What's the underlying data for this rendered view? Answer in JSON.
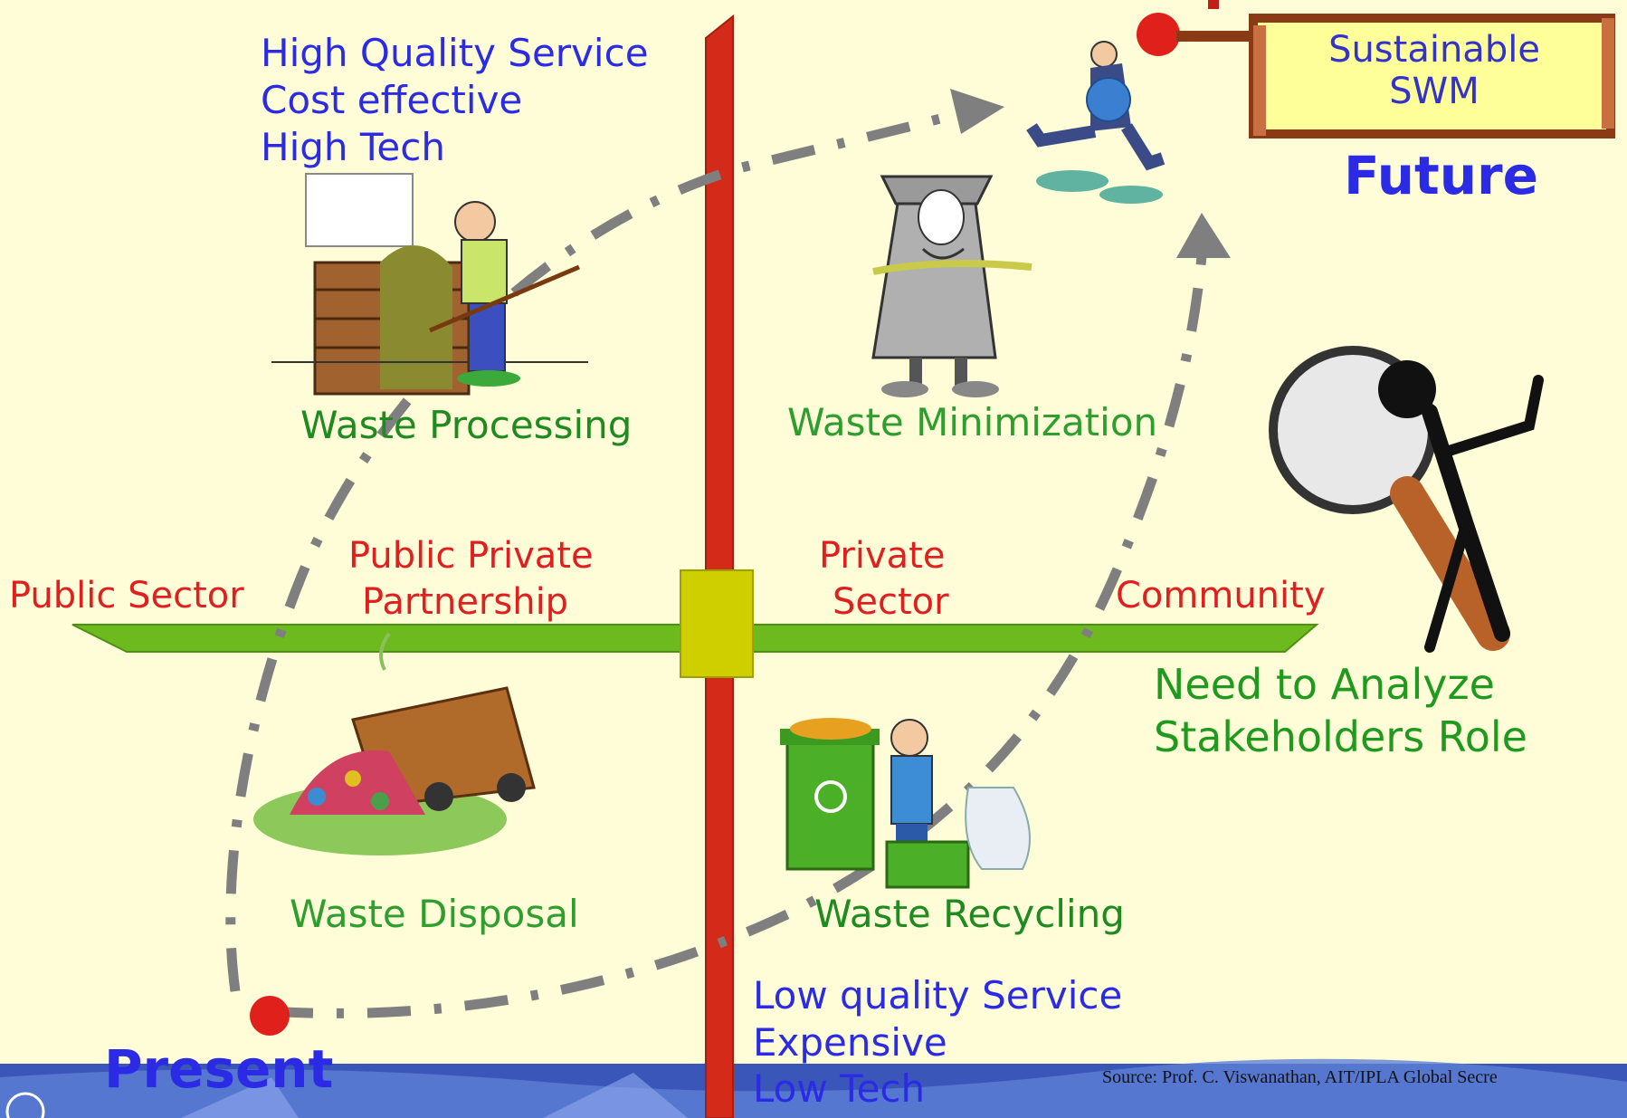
{
  "top_left": {
    "line1": "High Quality Service",
    "line2": "Cost effective",
    "line3": "High Tech"
  },
  "bottom_right": {
    "line1": "Low quality Service",
    "line2": "Expensive",
    "line3": "Low Tech"
  },
  "quadrants": {
    "processing": "Waste Processing",
    "minimization": "Waste Minimization",
    "disposal": "Waste Disposal",
    "recycling": "Waste Recycling"
  },
  "axis_labels": {
    "public_sector": "Public Sector",
    "ppp_line1": "Public Private",
    "ppp_line2": "Partnership",
    "private_line1": "Private",
    "private_line2": "Sector",
    "community": "Community"
  },
  "goal": {
    "line1": "Sustainable",
    "line2": "SWM"
  },
  "future": "Future",
  "present": "Present",
  "stakeholders": {
    "line1": "Need to Analyze",
    "line2": "Stakeholders Role"
  },
  "source": "Source: Prof. C. Viswanathan, AIT/IPLA Global Secre",
  "colors": {
    "background": "#FFFDD8",
    "vertical_axis": "#D42A1A",
    "horizontal_axis": "#6DBA1F",
    "path": "#808080",
    "blue_text": "#2B2BE6",
    "green_text": "#1F8A1F",
    "red_text": "#E02020"
  }
}
